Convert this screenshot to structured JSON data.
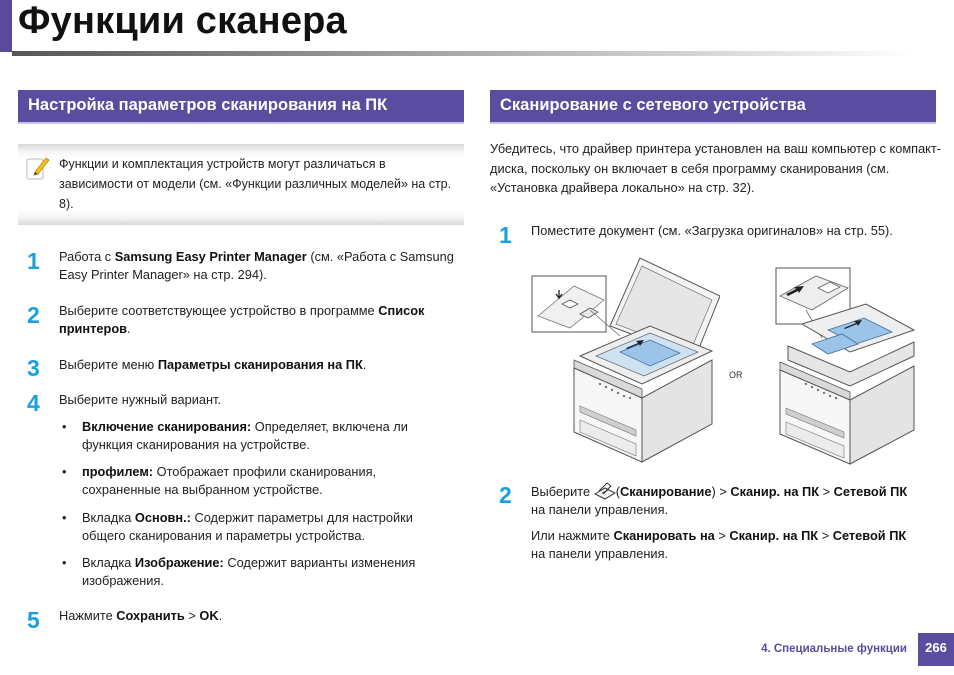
{
  "page": {
    "title": "Функции сканера",
    "page_number": "266",
    "footer": "4.  Специальные функции"
  },
  "left": {
    "heading": "Настройка параметров сканирования на ПК",
    "note": "Функции и комплектация устройств могут различаться в зависимости от модели (см. «Функции различных моделей» на стр. 8).",
    "steps": [
      {
        "num": "1",
        "pre": "Работа с ",
        "bold": "Samsung Easy Printer Manager",
        "post": " (см. «Работа с Samsung Easy Printer Manager» на стр. 294)."
      },
      {
        "num": "2",
        "pre": "Выберите соответствующее устройство в программе ",
        "bold": "Список принтеров",
        "post": "."
      },
      {
        "num": "3",
        "pre": "Выберите меню ",
        "bold": "Параметры сканирования на ПК",
        "post": "."
      },
      {
        "num": "4",
        "text": "Выберите нужный вариант."
      },
      {
        "num": "5",
        "pre": "Нажмите ",
        "bold": "Сохранить",
        "mid": " > ",
        "bold2": "OK",
        "post": "."
      }
    ],
    "bullets": [
      {
        "mark": "•",
        "pre": "",
        "bold": "Включение сканирования:",
        "post": " Определяет, включена ли функция сканирования на устройстве."
      },
      {
        "mark": "•",
        "pre": "",
        "bold": "профилем:",
        "post": " Отображает профили сканирования, сохраненные на выбранном устройстве."
      },
      {
        "mark": "•",
        "pre": "Вкладка ",
        "bold": "Основн.:",
        "post": " Содержит параметры для настройки общего сканирования и параметры устройства."
      },
      {
        "mark": "•",
        "pre": "Вкладка ",
        "bold": "Изображение:",
        "post": " Содержит варианты изменения изображения."
      }
    ]
  },
  "right": {
    "heading": "Сканирование с сетевого устройства",
    "intro": "Убедитесь, что драйвер принтера установлен на ваш компьютер с компакт-диска, поскольку он включает в себя программу сканирования (см. «Установка драйвера локально» на стр. 32).",
    "step1": {
      "num": "1",
      "text": "Поместите документ (см. «Загрузка оригиналов» на стр. 55)."
    },
    "or_label": "OR",
    "step2": {
      "num": "2",
      "pre": "Выберите ",
      "open": "(",
      "bold1": "Сканирование",
      "sep1": ") > ",
      "bold2": "Сканир. на ПК",
      "sep2": " > ",
      "bold3": "Сетевой ПК",
      "post": " на панели управления.",
      "alt_pre": "Или нажмите ",
      "alt_bold1": "Сканировать на",
      "alt_sep1": " > ",
      "alt_bold2": "Сканир. на ПК",
      "alt_sep2": " > ",
      "alt_bold3": "Сетевой ПК",
      "alt_post": " на панели управления."
    }
  },
  "icons": [
    "note-pencil-icon",
    "scan-icon",
    "printer-flatbed-illustration",
    "printer-adf-illustration"
  ],
  "colors": {
    "accent": "#5a4c9e",
    "step_number": "#1aa0dc"
  }
}
